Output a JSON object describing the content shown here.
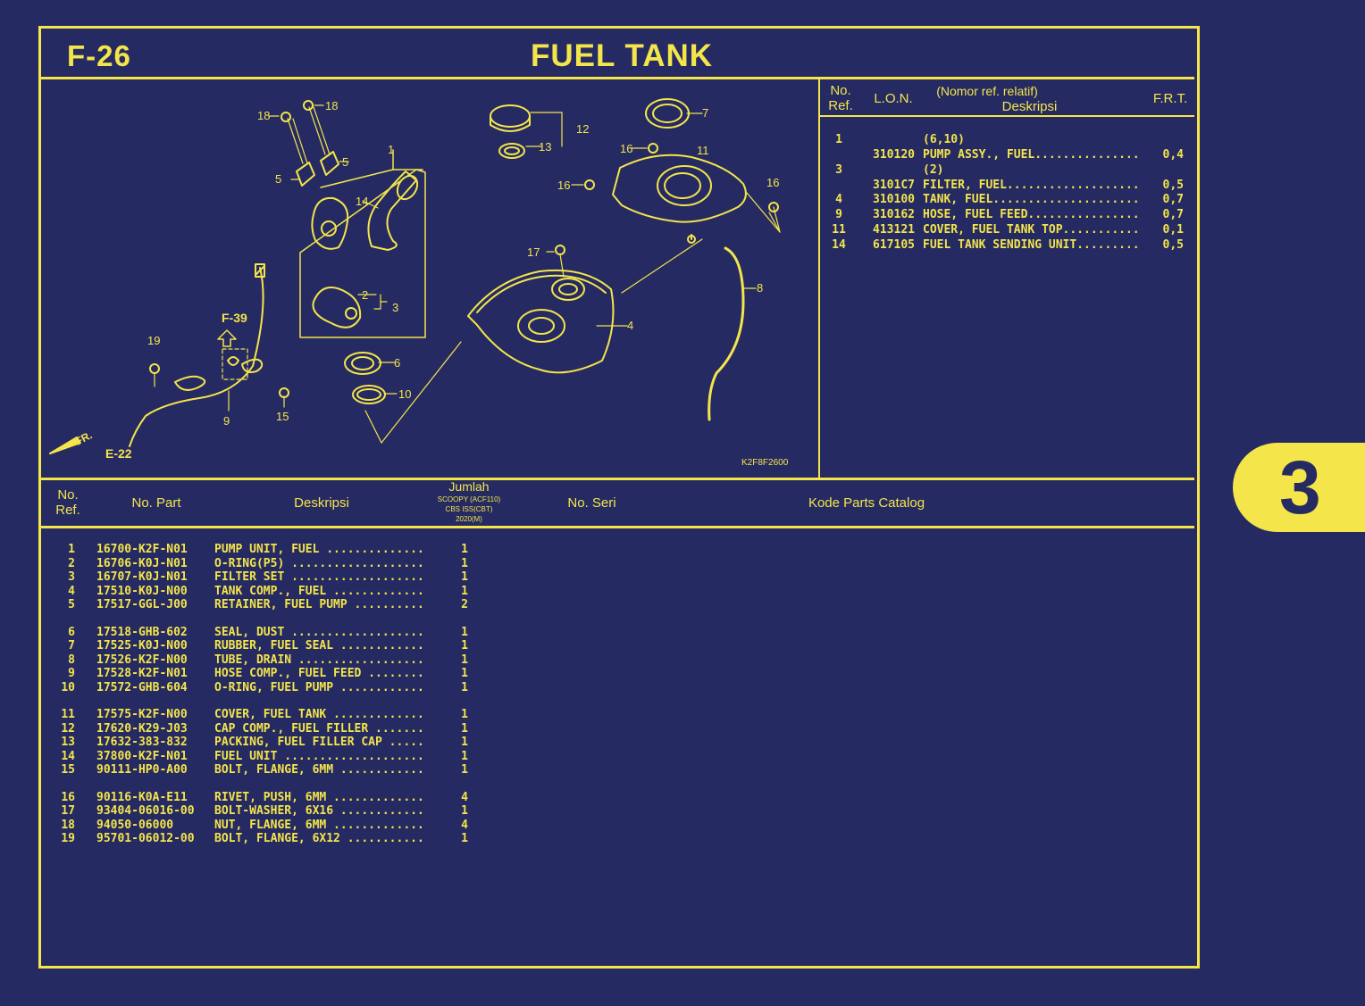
{
  "page": {
    "code": "F-26",
    "title": "FUEL TANK",
    "chapter_tab": "3",
    "colors": {
      "background": "#262a63",
      "accent": "#f3e54a"
    }
  },
  "frt_table": {
    "headers": {
      "no_ref_1": "No.",
      "no_ref_2": "Ref.",
      "lon": "L.O.N.",
      "nomor_ref": "(Nomor ref. relatif)",
      "deskripsi": "Deskripsi",
      "frt": "F.R.T."
    },
    "rows": [
      {
        "ref": "1",
        "lon": "",
        "desc": "(6,10)",
        "frt": ""
      },
      {
        "ref": "",
        "lon": "310120",
        "desc": "PUMP ASSY., FUEL...............",
        "frt": "0,4"
      },
      {
        "ref": "3",
        "lon": "",
        "desc": "(2)",
        "frt": ""
      },
      {
        "ref": "",
        "lon": "3101C7",
        "desc": "FILTER, FUEL...................",
        "frt": "0,5"
      },
      {
        "ref": "4",
        "lon": "310100",
        "desc": "TANK, FUEL.....................",
        "frt": "0,7"
      },
      {
        "ref": "9",
        "lon": "310162",
        "desc": "HOSE, FUEL FEED................",
        "frt": "0,7"
      },
      {
        "ref": "11",
        "lon": "413121",
        "desc": "COVER, FUEL TANK TOP...........",
        "frt": "0,1"
      },
      {
        "ref": "14",
        "lon": "617105",
        "desc": "FUEL TANK SENDING UNIT.........",
        "frt": "0,5"
      }
    ]
  },
  "diagram": {
    "drawing_code": "K2F8F2600",
    "ref_f39": "F-39",
    "ref_e22": "E-22",
    "front_arrow": "FR.",
    "callouts": [
      "1",
      "2",
      "3",
      "4",
      "5",
      "5",
      "6",
      "7",
      "8",
      "9",
      "10",
      "11",
      "12",
      "13",
      "14",
      "15",
      "16",
      "16",
      "16",
      "17",
      "18",
      "18",
      "19"
    ]
  },
  "parts_table": {
    "headers": {
      "no_ref_1": "No.",
      "no_ref_2": "Ref.",
      "no_part": "No. Part",
      "deskripsi": "Deskripsi",
      "jumlah": "Jumlah",
      "model_1": "SCOOPY (ACF110)",
      "model_2": "CBS ISS(CBT)",
      "model_3": "2020(M)",
      "no_seri": "No. Seri",
      "kode": "Kode Parts Catalog"
    },
    "groups": [
      [
        {
          "ref": "1",
          "part": "16700-K2F-N01",
          "desc": "PUMP UNIT, FUEL ..............",
          "qty": "1"
        },
        {
          "ref": "2",
          "part": "16706-K0J-N01",
          "desc": "O-RING(P5) ...................",
          "qty": "1"
        },
        {
          "ref": "3",
          "part": "16707-K0J-N01",
          "desc": "FILTER SET ...................",
          "qty": "1"
        },
        {
          "ref": "4",
          "part": "17510-K0J-N00",
          "desc": "TANK COMP., FUEL .............",
          "qty": "1"
        },
        {
          "ref": "5",
          "part": "17517-GGL-J00",
          "desc": "RETAINER, FUEL PUMP ..........",
          "qty": "2"
        }
      ],
      [
        {
          "ref": "6",
          "part": "17518-GHB-602",
          "desc": "SEAL, DUST ...................",
          "qty": "1"
        },
        {
          "ref": "7",
          "part": "17525-K0J-N00",
          "desc": "RUBBER, FUEL SEAL ............",
          "qty": "1"
        },
        {
          "ref": "8",
          "part": "17526-K2F-N00",
          "desc": "TUBE, DRAIN ..................",
          "qty": "1"
        },
        {
          "ref": "9",
          "part": "17528-K2F-N01",
          "desc": "HOSE COMP., FUEL FEED ........",
          "qty": "1"
        },
        {
          "ref": "10",
          "part": "17572-GHB-604",
          "desc": "O-RING, FUEL PUMP ............",
          "qty": "1"
        }
      ],
      [
        {
          "ref": "11",
          "part": "17575-K2F-N00",
          "desc": "COVER, FUEL TANK .............",
          "qty": "1"
        },
        {
          "ref": "12",
          "part": "17620-K29-J03",
          "desc": "CAP COMP., FUEL FILLER .......",
          "qty": "1"
        },
        {
          "ref": "13",
          "part": "17632-383-832",
          "desc": "PACKING, FUEL FILLER CAP .....",
          "qty": "1"
        },
        {
          "ref": "14",
          "part": "37800-K2F-N01",
          "desc": "FUEL UNIT ....................",
          "qty": "1"
        },
        {
          "ref": "15",
          "part": "90111-HP0-A00",
          "desc": "BOLT, FLANGE, 6MM ............",
          "qty": "1"
        }
      ],
      [
        {
          "ref": "16",
          "part": "90116-K0A-E11",
          "desc": "RIVET, PUSH, 6MM .............",
          "qty": "4"
        },
        {
          "ref": "17",
          "part": "93404-06016-00",
          "desc": "BOLT-WASHER, 6X16 ............",
          "qty": "1"
        },
        {
          "ref": "18",
          "part": "94050-06000",
          "desc": "NUT, FLANGE, 6MM .............",
          "qty": "4"
        },
        {
          "ref": "19",
          "part": "95701-06012-00",
          "desc": "BOLT, FLANGE, 6X12 ...........",
          "qty": "1"
        }
      ]
    ]
  }
}
